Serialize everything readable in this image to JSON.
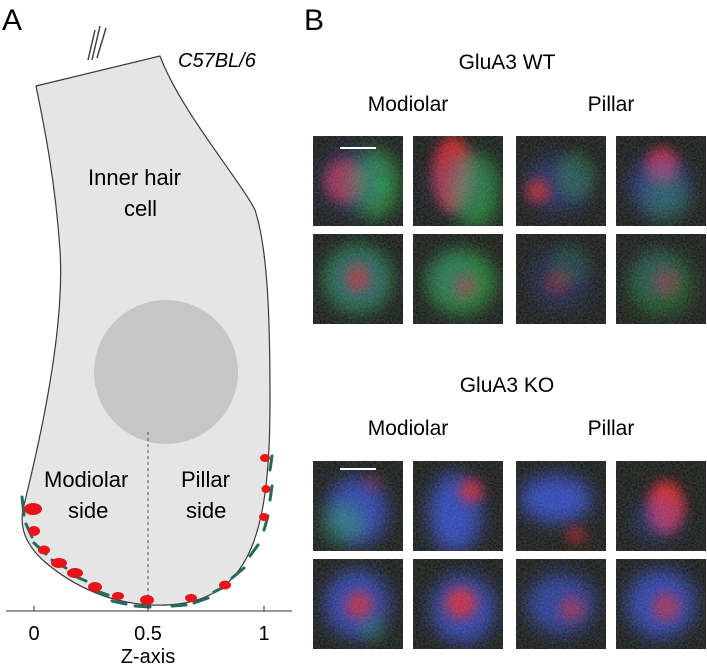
{
  "panel_a": {
    "label": "A",
    "strain": "C57BL/6",
    "cell_label_line1": "Inner hair",
    "cell_label_line2": "cell",
    "modiolar_line1": "Modiolar",
    "modiolar_line2": "side",
    "pillar_line1": "Pillar",
    "pillar_line2": "side",
    "axis_title": "Z-axis",
    "ticks": [
      "0",
      "0.5",
      "1"
    ],
    "colors": {
      "cell_fill": "#e5e5e5",
      "nucleus_fill": "#c6c6c6",
      "synapse_red": "#e8141b",
      "afferent_teal": "#1f6b5e"
    }
  },
  "panel_b": {
    "label": "B",
    "wt_title": "GluA3 WT",
    "ko_title": "GluA3 KO",
    "modiolar": "Modiolar",
    "pillar": "Pillar",
    "channel_colors": {
      "red": "#e8141b",
      "green": "#1ec832",
      "blue": "#2a4cf0"
    }
  }
}
